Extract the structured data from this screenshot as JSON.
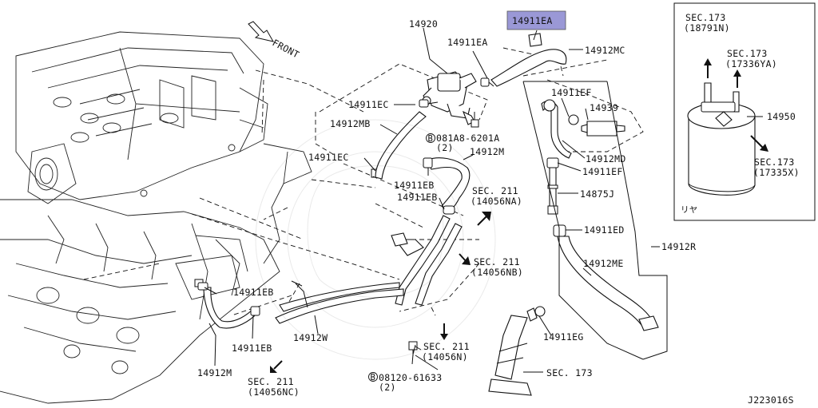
{
  "labels": {
    "front": "FRONT",
    "p14920": "14920",
    "p14911EA_hl": "14911EA",
    "p14911EA": "14911EA",
    "p14912MC": "14912MC",
    "p14911EC_a": "14911EC",
    "p14912MB": "14912MB",
    "p081A8": "081A8-6201A",
    "p081A8_qty": "(2)",
    "p14912M_a": "14912M",
    "p14911EC_b": "14911EC",
    "p14911EB_a": "14911EB",
    "p14911EB_b": "14911EB",
    "sec211_na_1": "SEC. 211",
    "sec211_na_2": "(14056NA)",
    "sec211_nb_1": "SEC. 211",
    "sec211_nb_2": "(14056NB)",
    "p14911EB_c": "14911EB",
    "p14912W": "14912W",
    "p14911EB_d": "14911EB",
    "p14912M_b": "14912M",
    "sec211_nc_1": "SEC. 211",
    "sec211_nc_2": "(14056NC)",
    "sec211_n_1": "SEC. 211",
    "sec211_n_2": "(14056N)",
    "p08120": "08120-61633",
    "p08120_qty": "(2)",
    "p14911EF_a": "14911EF",
    "p14939": "14939",
    "p14912MD": "14912MD",
    "p14911EF_b": "14911EF",
    "p14875J": "14875J",
    "p14911ED": "14911ED",
    "p14912R": "14912R",
    "p14912ME": "14912ME",
    "p14911EG": "14911EG",
    "sec173_bottom": "SEC. 173",
    "sec173_a_1": "SEC.173",
    "sec173_a_2": "(18791N)",
    "sec173_b_1": "SEC.173",
    "sec173_b_2": "(17336YA)",
    "p14950": "14950",
    "sec173_c_1": "SEC.173",
    "sec173_c_2": "(17335X)",
    "inset_mark": "リヤ",
    "bolt_b": "B",
    "diagram_code": "J223016S"
  },
  "colors": {
    "highlight_fill": "#9a98d6",
    "line": "#111111",
    "background": "#ffffff"
  }
}
